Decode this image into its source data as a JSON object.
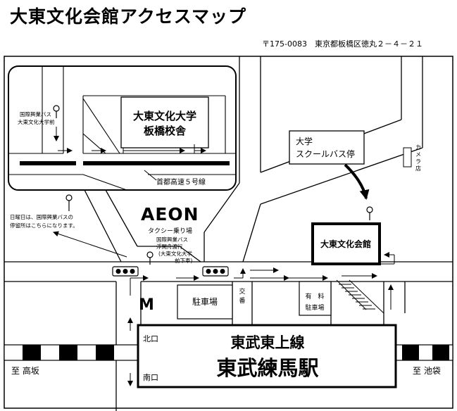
{
  "title": "大東文化会館アクセスマップ",
  "address": "〒175-0083　東京都板橋区徳丸２－４－２１",
  "labels": {
    "university": [
      "大東文化大学",
      "板橋校舎"
    ],
    "bus_stop_inset": [
      "国際興業バス",
      "大東文化大学前"
    ],
    "expressway": "首都高速５号線",
    "aeon_logo": "AEON",
    "taxi": "タクシー乗り場",
    "sunday_note": [
      "日曜日は、国際興業バスの",
      "停留所はこちらになります。"
    ],
    "bus_stop_main": [
      "国際興業バス",
      "浮間舟渡行",
      "(大東文化大学",
      "前下車)"
    ],
    "school_bus": [
      "大学",
      "スクールバス停"
    ],
    "camera_shop": [
      "カ",
      "メ",
      "ラ",
      "店"
    ],
    "kaikan": "大東文化会館",
    "parking": "駐車場",
    "police_box": [
      "交",
      "番"
    ],
    "paid_parking": [
      "有　料",
      "駐車場"
    ],
    "mcdonalds": "M",
    "line_name": "東武東上線",
    "station_name": "東武練馬駅",
    "north_exit": "北口",
    "south_exit": "南口",
    "to_takasaka": "至 高坂",
    "to_ikebukuro": "至 池袋"
  }
}
